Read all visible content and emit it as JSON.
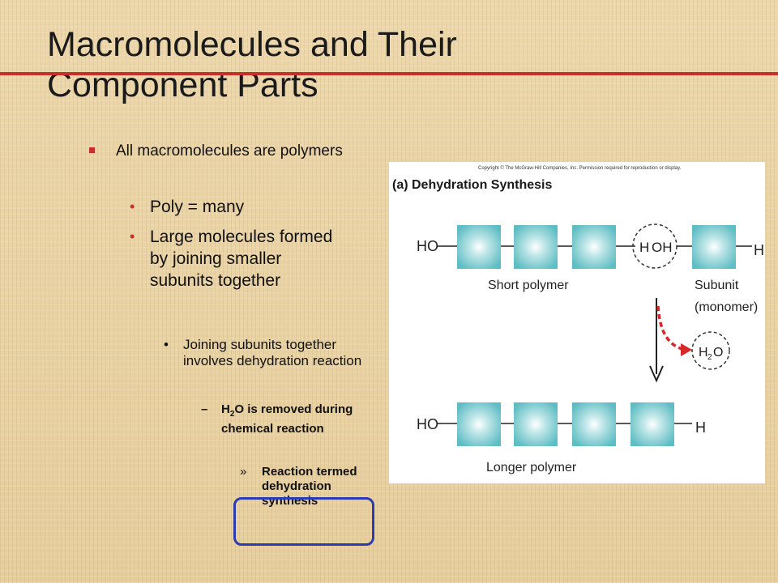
{
  "title": "Macromolecules and Their Component Parts",
  "bullets": {
    "level1": "All macromolecules are polymers",
    "level2": [
      "Poly = many",
      "Large molecules formed by joining smaller subunits together"
    ],
    "level3": "Joining subunits together involves dehydration reaction",
    "level4": {
      "h": "H",
      "sub": "2",
      "rest": "O is removed during chemical reaction"
    },
    "level5": "Reaction termed dehydration synthesis"
  },
  "figure": {
    "copyright": "Copyright © The McGraw-Hill Companies, Inc. Permission required for reproduction or display.",
    "heading": "(a) Dehydration Synthesis",
    "ho_label": "HO",
    "h_label": "H",
    "oh_label": "OH",
    "water_h": "H",
    "water_sub": "2",
    "water_o": "O",
    "short_polymer": "Short polymer",
    "subunit": "Subunit",
    "monomer": "(monomer)",
    "longer_polymer": "Longer polymer"
  },
  "colors": {
    "accent_red": "#c5302a",
    "highlight_blue": "#2b3bb0",
    "monomer_teal": "#66c2c8"
  }
}
